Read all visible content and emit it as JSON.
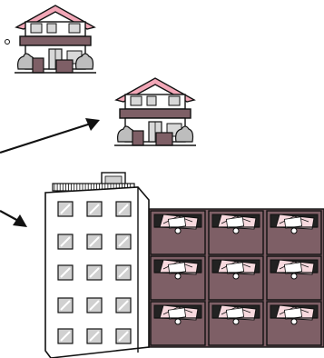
{
  "scene": {
    "description_items": [
      "house-icon",
      "house-icon",
      "apartment-building-icon",
      "mailbox-icon",
      "arrow-icon"
    ]
  },
  "colors": {
    "background": "#ffffff",
    "outline": "#111111",
    "roof": "#f2a7b7",
    "wall": "#ffffff",
    "band": "#7e5f66",
    "door": "#7e5f66",
    "window_glass": "#d8d8d8",
    "bush": "#bdbdbd",
    "mailbox": "#7e5f66",
    "mailbox_slot": "#222222",
    "envelope": "#f7d9de",
    "letter": "#ffffff",
    "building_wall": "#ffffff",
    "building_window": "#d0d0d0",
    "arrow": "#111111"
  },
  "mailboxes": {
    "rows": 3,
    "cols": 3
  },
  "building": {
    "window_rows": 5,
    "window_cols": 3
  }
}
